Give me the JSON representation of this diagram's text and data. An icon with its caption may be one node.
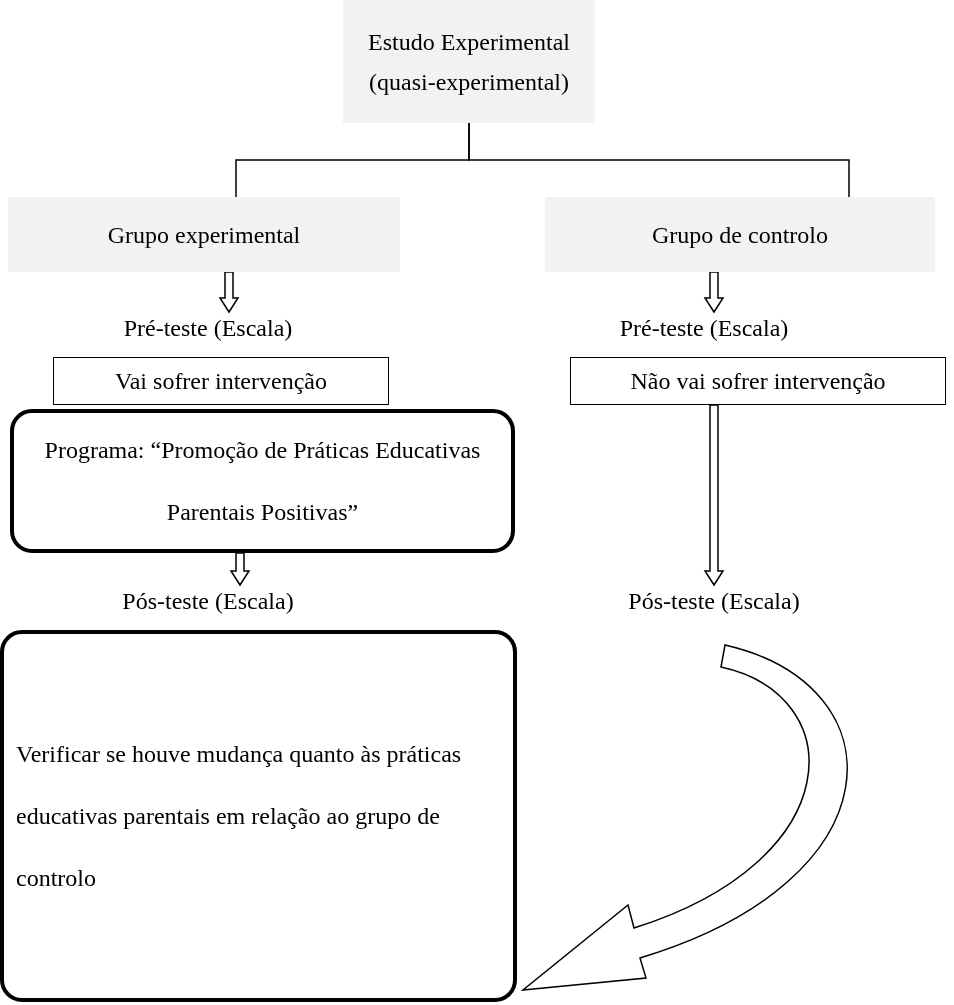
{
  "diagram": {
    "nodes": [
      {
        "text": [
          "Estudo Experimental (quasi-experimental)"
        ]
      },
      {
        "text": [
          "Grupo experimental"
        ]
      },
      {
        "text": [
          "Grupo de controlo"
        ]
      },
      {
        "text": [
          "Pré-teste (Escala)"
        ]
      },
      {
        "text": [
          "Pré-teste (Escala)"
        ]
      },
      {
        "text": [
          "Vai sofrer intervenção"
        ]
      },
      {
        "text": [
          "Não vai sofrer intervenção"
        ]
      },
      {
        "text": [
          "Programa: “Promoção de Práticas Educativas Parentais Positivas”"
        ]
      },
      {
        "text": [
          "Pós-teste (Escala)"
        ]
      },
      {
        "text": [
          "Pós-teste (Escala)"
        ]
      },
      {
        "text": [
          "Verificar se houve mudança quanto às práticas educativas parentais em relação ao grupo de controlo"
        ]
      }
    ],
    "edges": [
      {
        "from": 0,
        "to": 1,
        "arrow": "none"
      },
      {
        "from": 0,
        "to": 2,
        "arrow": "none"
      },
      {
        "from": 1,
        "to": 3,
        "arrow": "to"
      },
      {
        "from": 2,
        "to": 4,
        "arrow": "to"
      },
      {
        "from": 7,
        "to": 8,
        "arrow": "to"
      },
      {
        "from": 6,
        "to": 9,
        "arrow": "to"
      },
      {
        "from": 9,
        "to": 10,
        "arrow": "to"
      }
    ]
  }
}
